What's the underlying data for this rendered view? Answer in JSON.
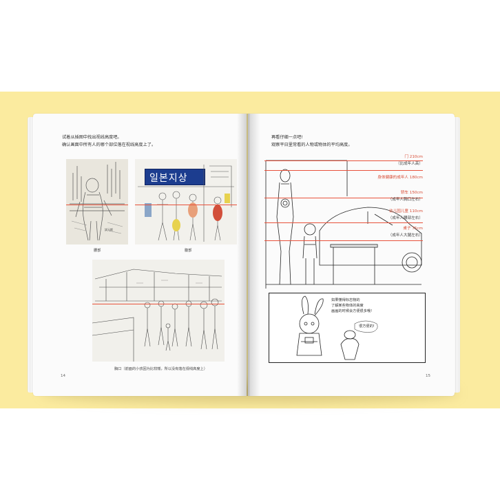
{
  "left_page": {
    "intro_line1": "试着从插图中找出视线高度吧。",
    "intro_line2": "确认画面中所有人的哪个部位落在视线高度上了。",
    "caption_1": "腰部",
    "caption_2": "腹部",
    "caption_3": "胸口（前面的小孩因为比较矮，所以没有落在视线高度上）",
    "sign_text": "일본지상",
    "page_number": "14"
  },
  "right_page": {
    "intro_line1": "再看仔细一点吧!",
    "intro_line2": "观察平日里常看的人物或物体的平均高度。",
    "height_labels": [
      {
        "label": "门 210cm"
      },
      {
        "label": "（比成年人高）"
      },
      {
        "label": "身体健康的成年人 180cm"
      },
      {
        "label": "轿车 150cm"
      },
      {
        "label": "（成年人胸口左右）"
      },
      {
        "label": "幼儿园儿童 110cm"
      },
      {
        "label": "（成年人腰部左右）"
      },
      {
        "label": "桌子 75cm"
      },
      {
        "label": "（成年人大腿左右）"
      }
    ],
    "speech_1": "如果懂得标志物的\n了解某些物体的高度\n画画的时候会方便很多哦!",
    "speech_2": "很方便的!",
    "page_number": "15"
  },
  "colors": {
    "backdrop": "#fbeb9f",
    "page": "#fbfbfb",
    "accent_red": "#e8513a"
  }
}
